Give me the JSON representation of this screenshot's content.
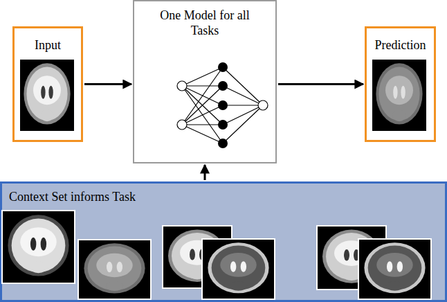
{
  "diagram": {
    "nodes": [
      {
        "text": [
          "Input"
        ]
      },
      {
        "text": [
          "One Model for all Tasks"
        ]
      },
      {
        "text": [
          "Prediction"
        ]
      },
      {
        "text": [
          "Context Set informs Task"
        ]
      }
    ],
    "edges": [
      {
        "from": 0,
        "to": 1,
        "arrow": "to"
      },
      {
        "from": 1,
        "to": 2,
        "arrow": "to"
      },
      {
        "from": 3,
        "to": 1,
        "arrow": "to"
      }
    ]
  }
}
